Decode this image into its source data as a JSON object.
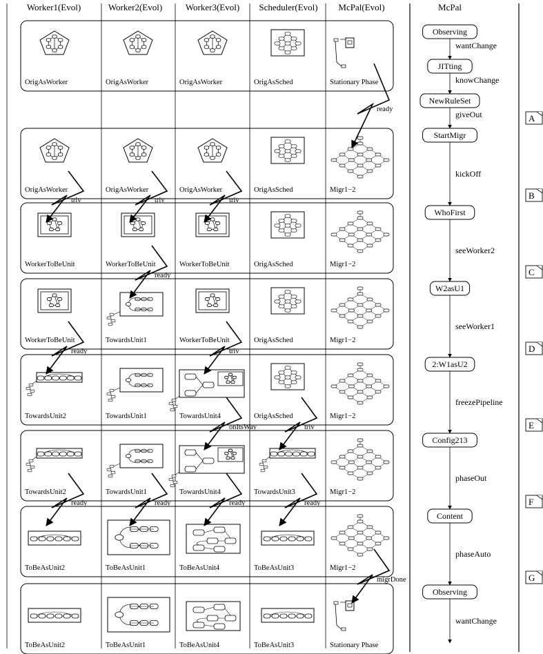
{
  "columns": [
    "Worker1(Evol)",
    "Worker2(Evol)",
    "Worker3(Evol)",
    "Scheduler(Evol)",
    "McPal(Evol)"
  ],
  "mcpal_header": "McPal",
  "rows": [
    {
      "cells": [
        {
          "label": "OrigAsWorker",
          "icon": "orig-worker"
        },
        {
          "label": "OrigAsWorker",
          "icon": "orig-worker"
        },
        {
          "label": "OrigAsWorker",
          "icon": "orig-worker"
        },
        {
          "label": "OrigAsSched",
          "icon": "sched"
        },
        {
          "label": "Stationary Phase",
          "icon": "stationary"
        }
      ]
    },
    {
      "cells": [
        {
          "label": "OrigAsWorker",
          "icon": "orig-worker"
        },
        {
          "label": "OrigAsWorker",
          "icon": "orig-worker"
        },
        {
          "label": "OrigAsWorker",
          "icon": "orig-worker"
        },
        {
          "label": "OrigAsSched",
          "icon": "sched"
        },
        {
          "label": "Migr1−2",
          "icon": "migr"
        }
      ]
    },
    {
      "cells": [
        {
          "label": "WorkerToBeUnit",
          "icon": "boxed-worker"
        },
        {
          "label": "WorkerToBeUnit",
          "icon": "boxed-worker"
        },
        {
          "label": "WorkerToBeUnit",
          "icon": "boxed-worker"
        },
        {
          "label": "OrigAsSched",
          "icon": "sched"
        },
        {
          "label": "Migr1−2",
          "icon": "migr"
        }
      ]
    },
    {
      "cells": [
        {
          "label": "WorkerToBeUnit",
          "icon": "boxed-worker"
        },
        {
          "label": "TowardsUnit1",
          "icon": "towards-unit1"
        },
        {
          "label": "WorkerToBeUnit",
          "icon": "boxed-worker"
        },
        {
          "label": "OrigAsSched",
          "icon": "sched"
        },
        {
          "label": "Migr1−2",
          "icon": "migr"
        }
      ]
    },
    {
      "cells": [
        {
          "label": "TowardsUnit2",
          "icon": "towards-chain"
        },
        {
          "label": "TowardsUnit1",
          "icon": "towards-unit1"
        },
        {
          "label": "TowardsUnit4",
          "icon": "towards-unit4"
        },
        {
          "label": "OrigAsSched",
          "icon": "sched"
        },
        {
          "label": "Migr1−2",
          "icon": "migr"
        }
      ]
    },
    {
      "cells": [
        {
          "label": "TowardsUnit2",
          "icon": "towards-chain"
        },
        {
          "label": "TowardsUnit1",
          "icon": "towards-unit1"
        },
        {
          "label": "TowardsUnit4",
          "icon": "towards-unit4"
        },
        {
          "label": "TowardsUnit3",
          "icon": "towards-chain"
        },
        {
          "label": "Migr1−2",
          "icon": "migr"
        }
      ]
    },
    {
      "cells": [
        {
          "label": "ToBeAsUnit2",
          "icon": "unit-chain"
        },
        {
          "label": "ToBeAsUnit1",
          "icon": "unit1"
        },
        {
          "label": "ToBeAsUnit4",
          "icon": "unit4"
        },
        {
          "label": "ToBeAsUnit3",
          "icon": "unit-chain"
        },
        {
          "label": "Migr1−2",
          "icon": "migr"
        }
      ]
    },
    {
      "cells": [
        {
          "label": "ToBeAsUnit2",
          "icon": "unit-chain"
        },
        {
          "label": "ToBeAsUnit1",
          "icon": "unit1"
        },
        {
          "label": "ToBeAsUnit4",
          "icon": "unit4"
        },
        {
          "label": "ToBeAsUnit3",
          "icon": "unit-chain"
        },
        {
          "label": "Stationary Phase",
          "icon": "stationary"
        }
      ]
    }
  ],
  "transitions": [
    {
      "label": "ready",
      "from": [
        0,
        4
      ],
      "to": [
        1,
        4
      ]
    },
    {
      "label": "triv",
      "from": [
        1,
        0
      ],
      "to": [
        2,
        0
      ]
    },
    {
      "label": "triv",
      "from": [
        1,
        1
      ],
      "to": [
        2,
        1
      ]
    },
    {
      "label": "triv",
      "from": [
        1,
        2
      ],
      "to": [
        2,
        2
      ]
    },
    {
      "label": "ready",
      "from": [
        2,
        1
      ],
      "to": [
        3,
        1
      ]
    },
    {
      "label": "ready",
      "from": [
        3,
        0
      ],
      "to": [
        4,
        0
      ]
    },
    {
      "label": "triv",
      "from": [
        3,
        2
      ],
      "to": [
        4,
        2
      ]
    },
    {
      "label": "onItsWay",
      "from": [
        4,
        2
      ],
      "to": [
        5,
        2
      ]
    },
    {
      "label": "triv",
      "from": [
        4,
        3
      ],
      "to": [
        5,
        3
      ]
    },
    {
      "label": "ready",
      "from": [
        5,
        0
      ],
      "to": [
        6,
        0
      ]
    },
    {
      "label": "ready",
      "from": [
        5,
        1
      ],
      "to": [
        6,
        1
      ]
    },
    {
      "label": "ready",
      "from": [
        5,
        2
      ],
      "to": [
        6,
        2
      ]
    },
    {
      "label": "ready",
      "from": [
        5,
        3
      ],
      "to": [
        6,
        3
      ]
    },
    {
      "label": "migrDone",
      "from": [
        6,
        4
      ],
      "to": [
        7,
        4
      ]
    }
  ],
  "states": [
    "Observing",
    "JITting",
    "NewRuleSet",
    "StartMigr",
    "WhoFirst",
    "W2asU1",
    "2:W1asU2",
    "Config213",
    "Content",
    "Observing"
  ],
  "edges": [
    "wantChange",
    "knowChange",
    "giveOut",
    "kickOff",
    "seeWorker2",
    "seeWorker1",
    "freezePipeline",
    "phaseOut",
    "phaseAuto",
    "wantChange"
  ],
  "side_markers": [
    "A",
    "B",
    "C",
    "D",
    "E",
    "F",
    "G"
  ]
}
